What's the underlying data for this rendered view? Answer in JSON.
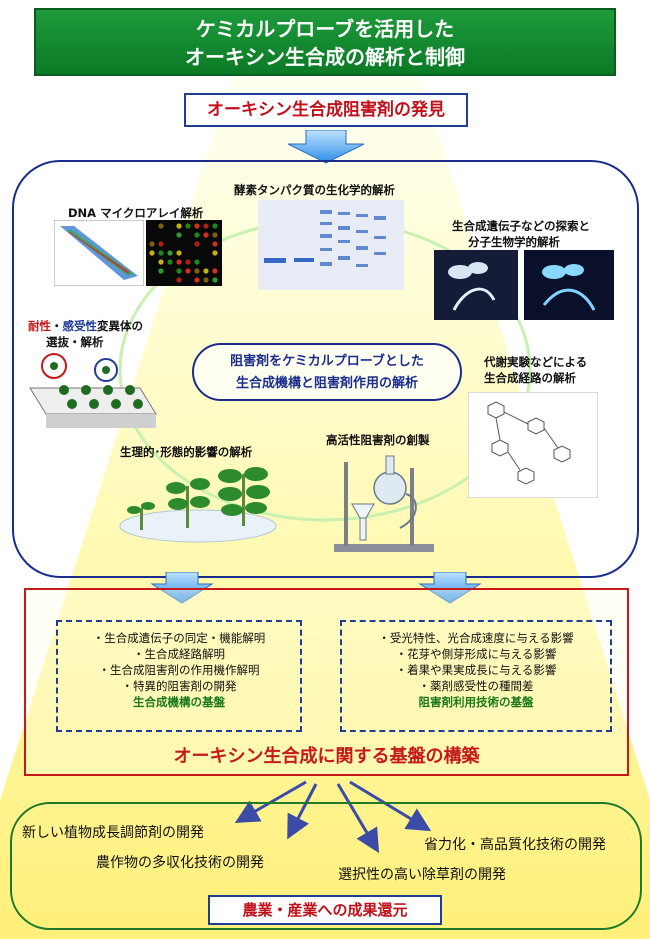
{
  "title": {
    "line1": "ケミカルプローブを活用した",
    "line2": "オーキシン生合成の解析と制御"
  },
  "discovery": "オーキシン生合成阻害剤の発見",
  "analysis": {
    "dna_microarray": "DNA マイクロアレイ解析",
    "enzyme_protein": "酵素タンパク質の生化学的解析",
    "gene_search_line1": "生合成遺伝子などの探索と",
    "gene_search_line2": "分子生物学的解析",
    "mutant_part1": "耐性",
    "mutant_part2": "・",
    "mutant_part3": "感受性",
    "mutant_part4": "変異体の",
    "mutant_line2": "選抜・解析",
    "center_line1": "阻害剤をケミカルプローブとした",
    "center_line2": "生合成機構と阻害剤作用の解析",
    "metabolic_line1": "代謝実験などによる",
    "metabolic_line2": "生合成経路の解析",
    "physiological": "生理的･形態的影響の解析",
    "high_activity": "高活性阻害剤の創製"
  },
  "foundation": {
    "left_items": [
      "・生合成遺伝子の同定・機能解明",
      "・生合成経路解明",
      "・生合成阻害剤の作用機作解明",
      "・特異的阻害剤の開発"
    ],
    "left_highlight": "生合成機構の基盤",
    "right_items": [
      "・受光特性、光合成速度に与える影響",
      "・花芽や側芽形成に与える影響",
      "・着果や果実成長に与える影響",
      "・薬剤感受性の種間差"
    ],
    "right_highlight": "阻害剤利用技術の基盤",
    "title": "オーキシン生合成に関する基盤の構築"
  },
  "returns": {
    "item1": "新しい植物成長調節剤の開発",
    "item2": "農作物の多収化技術の開発",
    "item3": "選択性の高い除草剤の開発",
    "item4": "省力化・高品質化技術の開発",
    "box": "農業・産業への成果還元"
  },
  "colors": {
    "title_green": "#0b7a26",
    "accent_red": "#c0101a",
    "navy": "#1a2d8c",
    "highlight_green": "#1a7a1a",
    "beam_yellow": "#fffbbf",
    "arrow_blue": "#2f8ee6"
  }
}
